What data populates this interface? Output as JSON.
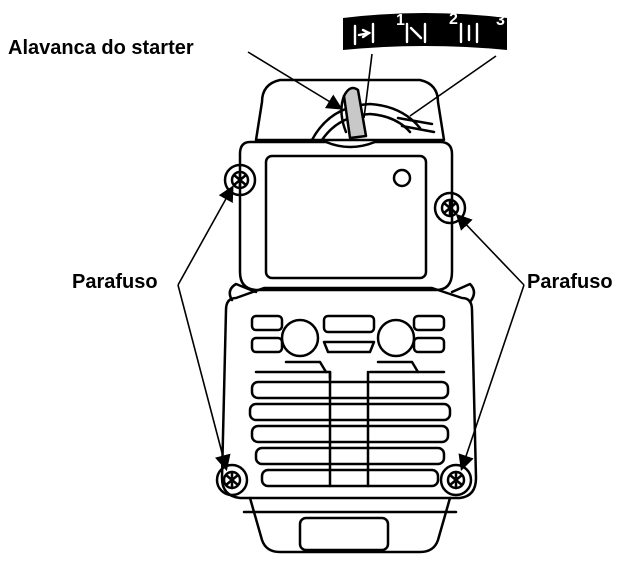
{
  "labels": {
    "starter_lever": "Alavanca do starter",
    "screw_left": "Parafuso",
    "screw_right": "Parafuso"
  },
  "choke_positions": [
    "1",
    "2",
    "3"
  ],
  "colors": {
    "line": "#000000",
    "background": "#ffffff",
    "badge": "#000000"
  }
}
